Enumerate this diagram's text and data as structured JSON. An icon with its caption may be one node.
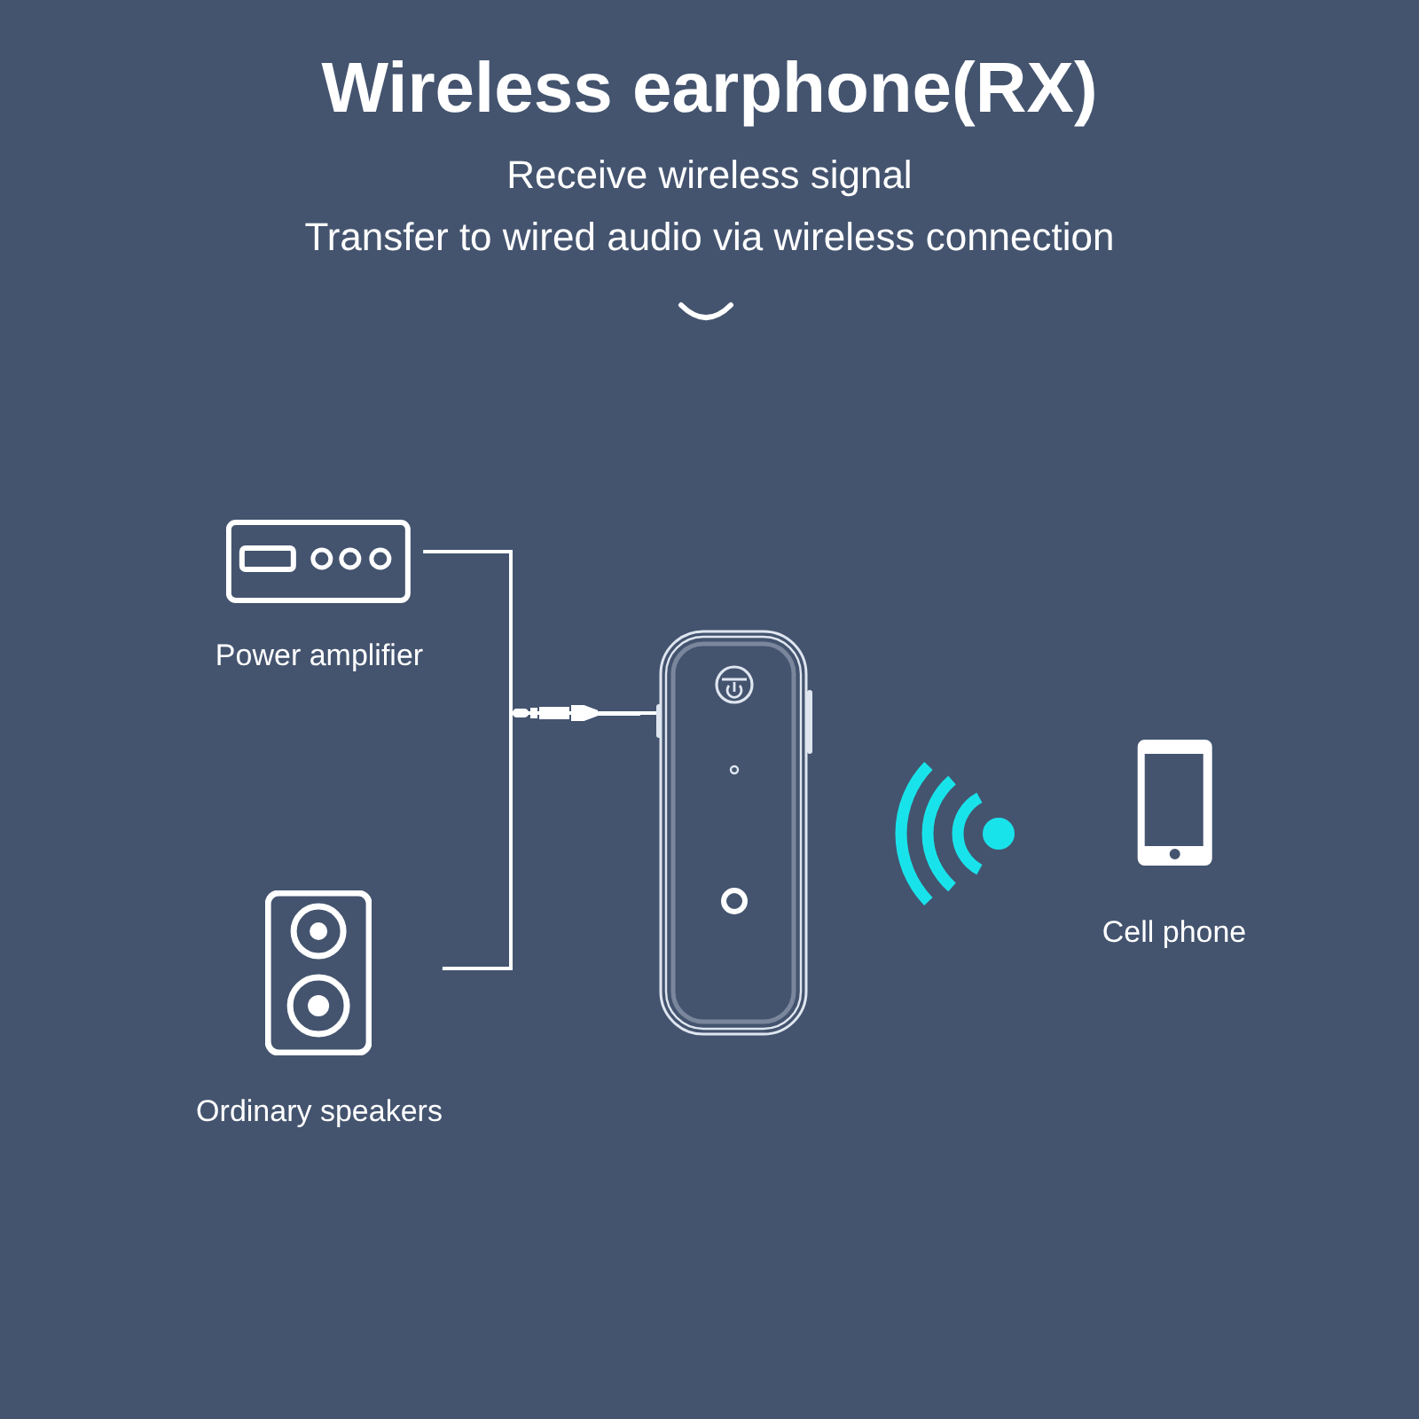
{
  "diagram": {
    "title": "Wireless earphone(RX)",
    "nodes": [
      {
        "text": [
          "Power amplifier"
        ]
      },
      {
        "text": [
          "Ordinary speakers"
        ]
      },
      {
        "text": [],
        "shape": "picture"
      },
      {
        "text": [
          "Cell phone"
        ]
      }
    ],
    "edges": [
      {
        "from": 0,
        "to": 2,
        "arrow": "other"
      },
      {
        "from": 1,
        "to": 2,
        "arrow": "other"
      }
    ],
    "labels": [
      "Receive wireless signal",
      "Transfer to wired audio via wireless connection"
    ]
  }
}
